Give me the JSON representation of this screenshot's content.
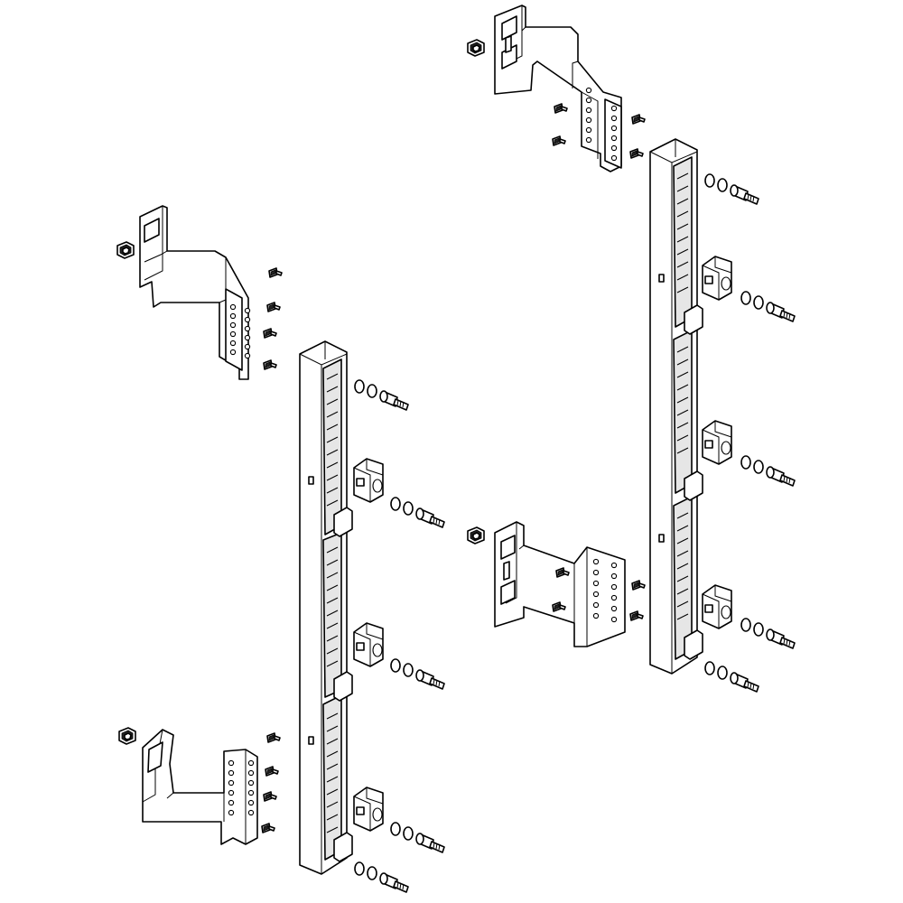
{
  "drawing": {
    "type": "exploded-assembly",
    "colors": {
      "line": "#000000",
      "fill": "#ffffff",
      "shade": "#e6e6e6"
    },
    "assemblies": [
      {
        "id": "left",
        "rail_modules": 3,
        "brackets": [
          "top",
          "bottom"
        ]
      },
      {
        "id": "right",
        "rail_modules": 3,
        "brackets": [
          "top",
          "middle"
        ]
      }
    ]
  }
}
